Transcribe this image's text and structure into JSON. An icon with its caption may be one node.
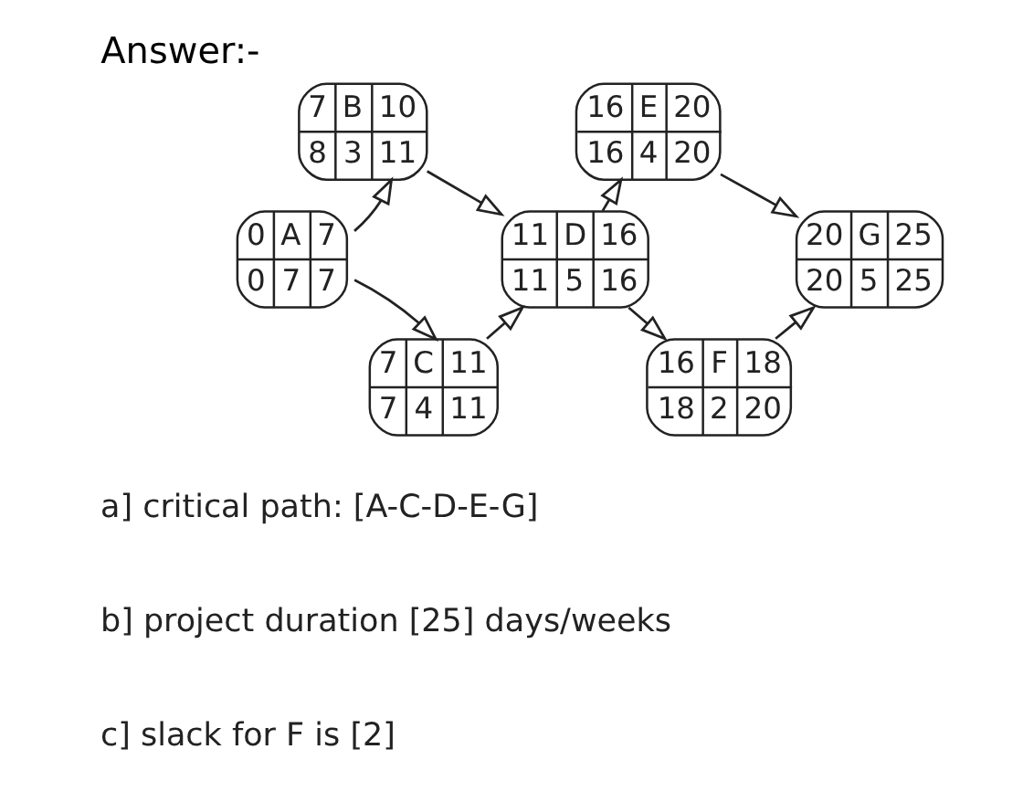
{
  "diagram": {
    "title": "Answer:-",
    "nodes": [
      {
        "text": [
          "0",
          "A",
          "7",
          "0",
          "7",
          "7"
        ]
      },
      {
        "text": [
          "7",
          "B",
          "10",
          "8",
          "3",
          "11"
        ]
      },
      {
        "text": [
          "7",
          "C",
          "11",
          "7",
          "4",
          "11"
        ]
      },
      {
        "text": [
          "11",
          "D",
          "16",
          "11",
          "5",
          "16"
        ]
      },
      {
        "text": [
          "16",
          "E",
          "20",
          "16",
          "4",
          "20"
        ]
      },
      {
        "text": [
          "16",
          "F",
          "18",
          "18",
          "2",
          "20"
        ]
      },
      {
        "text": [
          "20",
          "G",
          "25",
          "20",
          "5",
          "25"
        ]
      }
    ],
    "edges": [
      {
        "from": 0,
        "to": 1,
        "arrow": "to"
      },
      {
        "from": 0,
        "to": 2,
        "arrow": "to"
      },
      {
        "from": 1,
        "to": 3,
        "arrow": "to"
      },
      {
        "from": 2,
        "to": 3,
        "arrow": "to"
      },
      {
        "from": 3,
        "to": 4,
        "arrow": "to"
      },
      {
        "from": 3,
        "to": 5,
        "arrow": "to"
      },
      {
        "from": 4,
        "to": 6,
        "arrow": "to"
      },
      {
        "from": 5,
        "to": 6,
        "arrow": "to"
      }
    ],
    "labels": [
      "a] critical path: [A-C-D-E-G]",
      "b] project duration [25] days/weeks",
      "c] slack for F is [2]"
    ]
  }
}
